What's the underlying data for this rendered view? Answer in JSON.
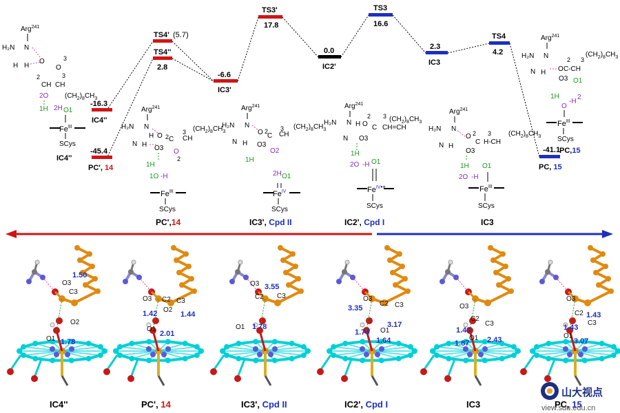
{
  "energy_levels": [
    {
      "id": "IC4pp",
      "label": "IC4''",
      "energy": "-16.3",
      "color": "#d11414"
    },
    {
      "id": "PCp",
      "label": "PC', ",
      "tag": "14",
      "energy": "-45.4",
      "color": "#d11414"
    },
    {
      "id": "TS4p",
      "label": "TS4'",
      "energy": "(5.7)",
      "color": "#d11414"
    },
    {
      "id": "TS4pp",
      "label": "TS4''",
      "energy": "2.8",
      "color": "#d11414"
    },
    {
      "id": "IC3p",
      "label": "IC3'",
      "energy": "-6.6",
      "color": "#d11414"
    },
    {
      "id": "TS3p",
      "label": "TS3'",
      "energy": "17.8",
      "color": "#d11414"
    },
    {
      "id": "IC2p",
      "label": "IC2'",
      "energy": "0.0",
      "color": "#000000"
    },
    {
      "id": "TS3",
      "label": "TS3",
      "energy": "16.6",
      "color": "#1d2fc0"
    },
    {
      "id": "IC3",
      "label": "IC3",
      "energy": "2.3",
      "color": "#1d2fc0"
    },
    {
      "id": "TS4",
      "label": "TS4",
      "energy": "4.2",
      "color": "#1d2fc0"
    },
    {
      "id": "PC",
      "label": "PC, ",
      "tag": "15",
      "energy": "-41.1",
      "color": "#1d2fc0"
    }
  ],
  "schemes": {
    "ic4pp": {
      "name": "IC4''",
      "arg": "Arg",
      "arg_sup": "241",
      "atoms": [
        "H",
        "N",
        "H2N",
        "H",
        "O",
        "O",
        "2",
        "3",
        "CH",
        "(CH2)8CH3",
        "2O",
        "1H",
        "2H",
        "O1",
        "Fe",
        "III",
        "SCys"
      ]
    },
    "pcp": {
      "name": "PC',",
      "tag": "14"
    },
    "ic3p": {
      "name": "IC3',",
      "tag": "Cpd II"
    },
    "ic2p": {
      "name": "IC2',",
      "tag": "Cpd I"
    },
    "ic3": {
      "name": "IC3"
    },
    "pc": {
      "name": "PC,",
      "tag": "15"
    }
  },
  "scheme_text": {
    "arg": "Arg",
    "arg_sup": "241",
    "fe": "Fe",
    "scys": "SCys",
    "chain": "(CH",
    "chain_sub": "2",
    "chain_end": ")",
    "chain_sub2": "8",
    "chain_tail": "CH",
    "chain_sub3": "3",
    "fe_iii": "III",
    "fe_iv": "IV",
    "fe_iv_rad": "IV",
    "radical": "•+"
  },
  "structure_labels": [
    {
      "name": "IC4''",
      "tag": ""
    },
    {
      "name": "PC',",
      "tag": "14"
    },
    {
      "name": "IC3',",
      "tag": "Cpd II"
    },
    {
      "name": "IC2',",
      "tag": "Cpd I"
    },
    {
      "name": "IC3",
      "tag": ""
    },
    {
      "name": "PC,",
      "tag": "15"
    }
  ],
  "distances": {
    "s1": [
      "1.50",
      "1.78"
    ],
    "s2": [
      "1.42",
      "1.44",
      "2.01"
    ],
    "s3": [
      "3.55",
      "1.78"
    ],
    "s4": [
      "3.35",
      "3.17",
      "1.74",
      "1.64"
    ],
    "s5": [
      "1.43",
      "2.43",
      "1.87"
    ],
    "s6": [
      "1.43",
      "1.43",
      "3.07"
    ]
  },
  "atom_labels": {
    "o3": "O3",
    "c3": "C3",
    "c2": "C2",
    "o2": "O2",
    "o1": "O1"
  },
  "watermark": {
    "cn": "山大视点",
    "url": "view.sdu.edu.cn"
  },
  "colors": {
    "red": "#d11414",
    "blue": "#1d2fc0",
    "pink": "#e0409a",
    "green": "#1a9a1a",
    "purple": "#8a2bbd",
    "carbon": "#00d0d6",
    "tail": "#e08a10"
  }
}
